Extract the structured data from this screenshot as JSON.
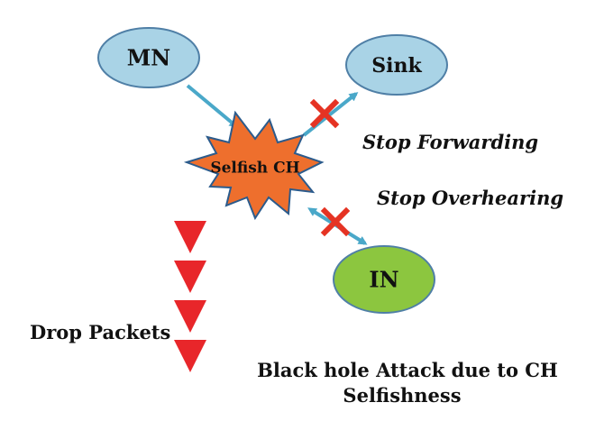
{
  "nodes": {
    "mn": {
      "label": "MN"
    },
    "sink": {
      "label": "Sink"
    },
    "selfish_ch": {
      "label": "Selfish CH"
    },
    "in": {
      "label": "IN"
    }
  },
  "annotations": {
    "stop_forwarding": "Stop Forwarding",
    "stop_overhearing": "Stop Overhearing",
    "drop_packets": "Drop Packets"
  },
  "caption": {
    "line1": "Black hole Attack due to CH",
    "line2": "Selfishness"
  },
  "colors": {
    "node_fill": "#a9d3e6",
    "node_stroke": "#4f7fa6",
    "in_fill": "#8cc63f",
    "in_stroke": "#4f7fa6",
    "star_fill": "#ee6f2d",
    "star_stroke": "#2b5b8c",
    "arrow": "#4aa8c9",
    "cross": "#e53323",
    "triangle": "#e8262a"
  },
  "icons": {
    "block_mark": "red-x-cross-icon",
    "packet_drop": "red-down-triangle-icon"
  }
}
